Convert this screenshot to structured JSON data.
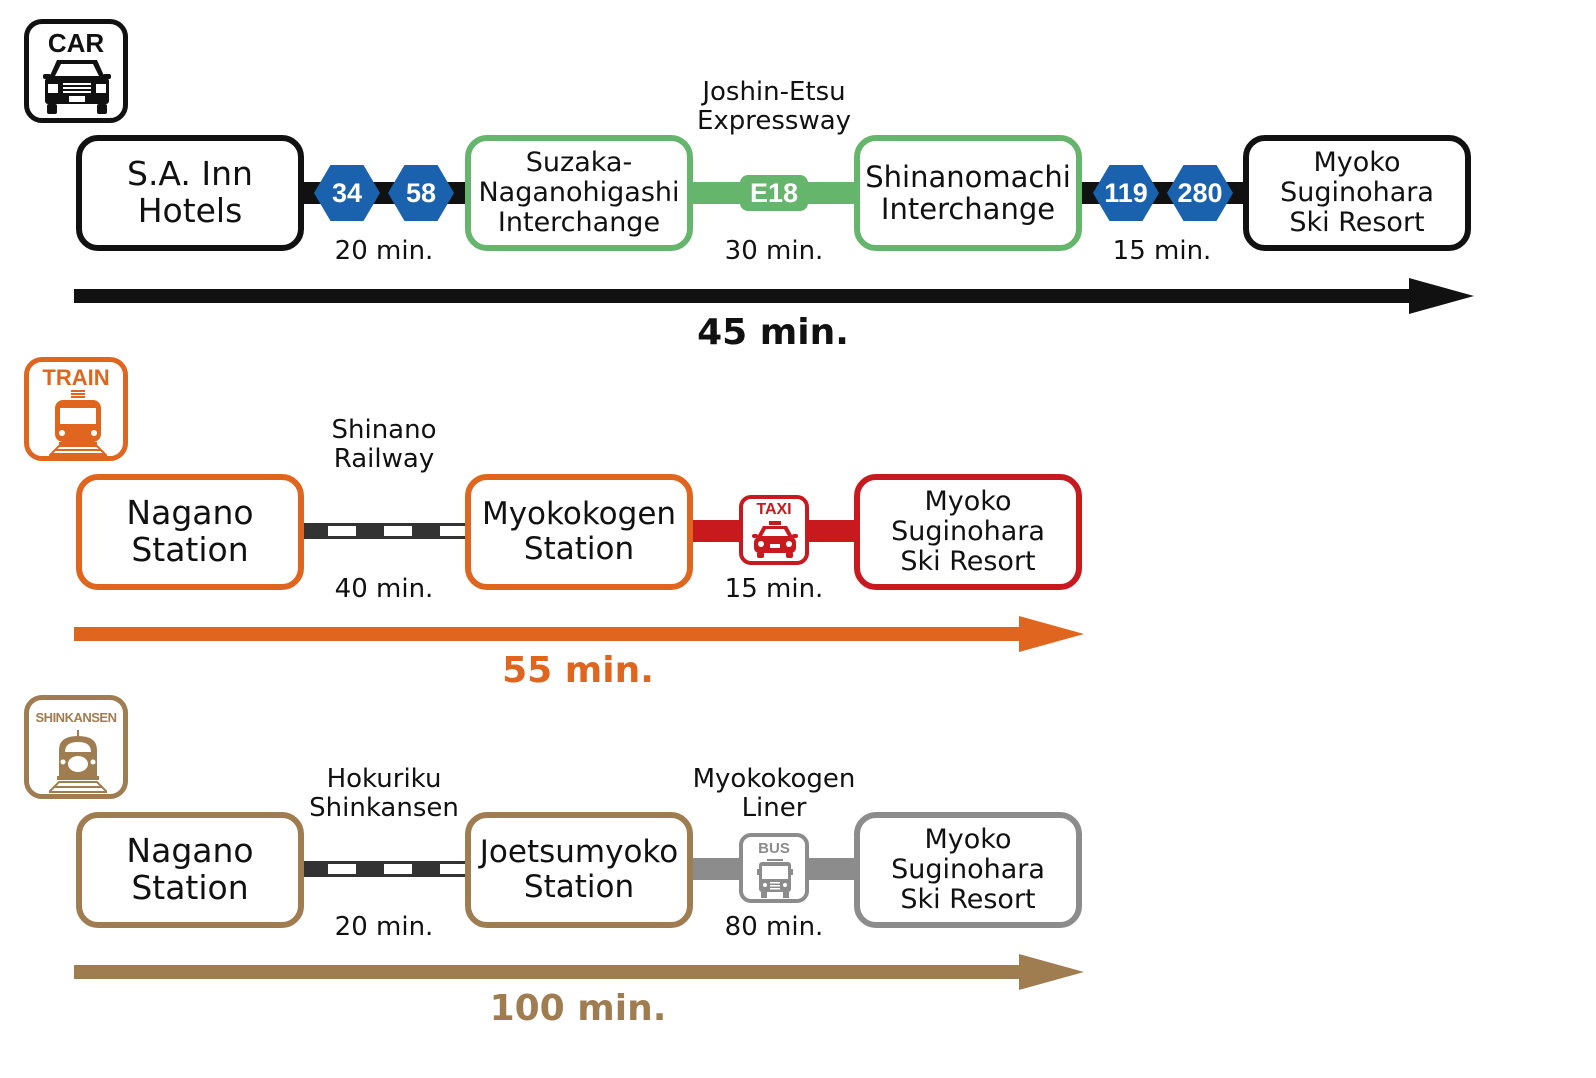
{
  "colors": {
    "car": "#111111",
    "green": "#66b56c",
    "blue_route": "#1a62ad",
    "train": "#e0661f",
    "taxi": "#c8191f",
    "shinkansen": "#a07d50",
    "bus": "#8c8c8c"
  },
  "car": {
    "mode_label": "CAR",
    "icon": "car-icon",
    "nodes": [
      {
        "label": "S.A. Inn\nHotels"
      },
      {
        "label": "Suzaka-\nNaganohigashi\nInterchange"
      },
      {
        "label": "Shinanomachi\nInterchange"
      },
      {
        "label": "Myoko\nSuginohara\nSki Resort"
      }
    ],
    "segments": [
      {
        "routes": [
          "34",
          "58"
        ],
        "time": "20 min."
      },
      {
        "name": "Joshin-Etsu\nExpressway",
        "route": "E18",
        "time": "30 min."
      },
      {
        "routes": [
          "119",
          "280"
        ],
        "time": "15 min."
      }
    ],
    "total": "45 min."
  },
  "train": {
    "mode_label": "TRAIN",
    "icon": "train-icon",
    "nodes": [
      {
        "label": "Nagano\nStation"
      },
      {
        "label": "Myokokogen\nStation"
      },
      {
        "label": "Myoko\nSuginohara\nSki Resort"
      }
    ],
    "segments": [
      {
        "name": "Shinano\nRailway",
        "time": "40 min."
      },
      {
        "vehicle": "TAXI",
        "icon": "taxi-icon",
        "time": "15 min."
      }
    ],
    "total": "55 min."
  },
  "shinkansen": {
    "mode_label": "SHINKANSEN",
    "icon": "shinkansen-icon",
    "nodes": [
      {
        "label": "Nagano\nStation"
      },
      {
        "label": "Joetsumyoko\nStation"
      },
      {
        "label": "Myoko\nSuginohara\nSki Resort"
      }
    ],
    "segments": [
      {
        "name": "Hokuriku\nShinkansen",
        "time": "20 min."
      },
      {
        "name": "Myokokogen\nLiner",
        "vehicle": "BUS",
        "icon": "bus-icon",
        "time": "80 min."
      }
    ],
    "total": "100 min."
  }
}
